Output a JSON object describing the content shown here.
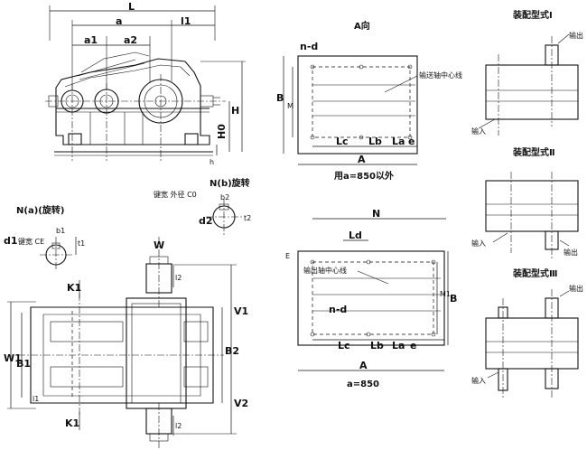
{
  "main_view": {
    "dim_L": "L",
    "dim_a": "a",
    "dim_l1": "l1",
    "dim_a1": "a1",
    "dim_a2": "a2",
    "dim_H": "H",
    "dim_H0": "H0",
    "dim_h": "h"
  },
  "top_view": {
    "dim_K1_top": "K1",
    "dim_W1": "W1",
    "dim_B1": "B1",
    "dim_l1": "l1",
    "dim_K1_bottom": "K1",
    "dim_W_top": "W",
    "dim_l2_top": "l2",
    "dim_l2_bottom": "l2",
    "dim_V1": "V1",
    "dim_B2": "B2",
    "dim_V2": "V2"
  },
  "shaft_detail_left": {
    "title": "N(a)(旋转)",
    "dim_d1": "d1",
    "dim_b1": "b1",
    "dim_t1": "t1",
    "note": "键宽 CE"
  },
  "shaft_detail_right": {
    "title": "N(b)旋转",
    "dim_b2": "b2",
    "dim_d2": "d2",
    "dim_t2": "t2",
    "note": "键宽 外径 C0"
  },
  "view_A_upper": {
    "title": "A向",
    "dim_nd": "n-d",
    "dim_B": "B",
    "dim_M": "M",
    "note": "输送轴中心线",
    "dim_Lc": "Lc",
    "dim_Lb": "Lb",
    "dim_La": "La",
    "dim_e": "e",
    "dim_A": "A",
    "caption": "用a=850以外"
  },
  "view_A_lower": {
    "dim_N": "N",
    "dim_Ld": "Ld",
    "dim_E": "E",
    "note": "输出轴中心线",
    "dim_M1": "M1",
    "dim_B": "B",
    "dim_nd": "n-d",
    "dim_Lc": "Lc",
    "dim_Lb": "Lb",
    "dim_La": "La",
    "dim_e": "e",
    "dim_A": "A",
    "caption": "a=850"
  },
  "assembly_types": {
    "type1_title": "装配型式Ⅰ",
    "type1_output": "输出",
    "type1_input": "输入",
    "type2_title": "装配型式Ⅱ",
    "type2_input": "输入",
    "type2_output": "输出",
    "type3_title": "装配型式Ⅲ",
    "type3_output": "输出",
    "type3_input": "输入"
  }
}
